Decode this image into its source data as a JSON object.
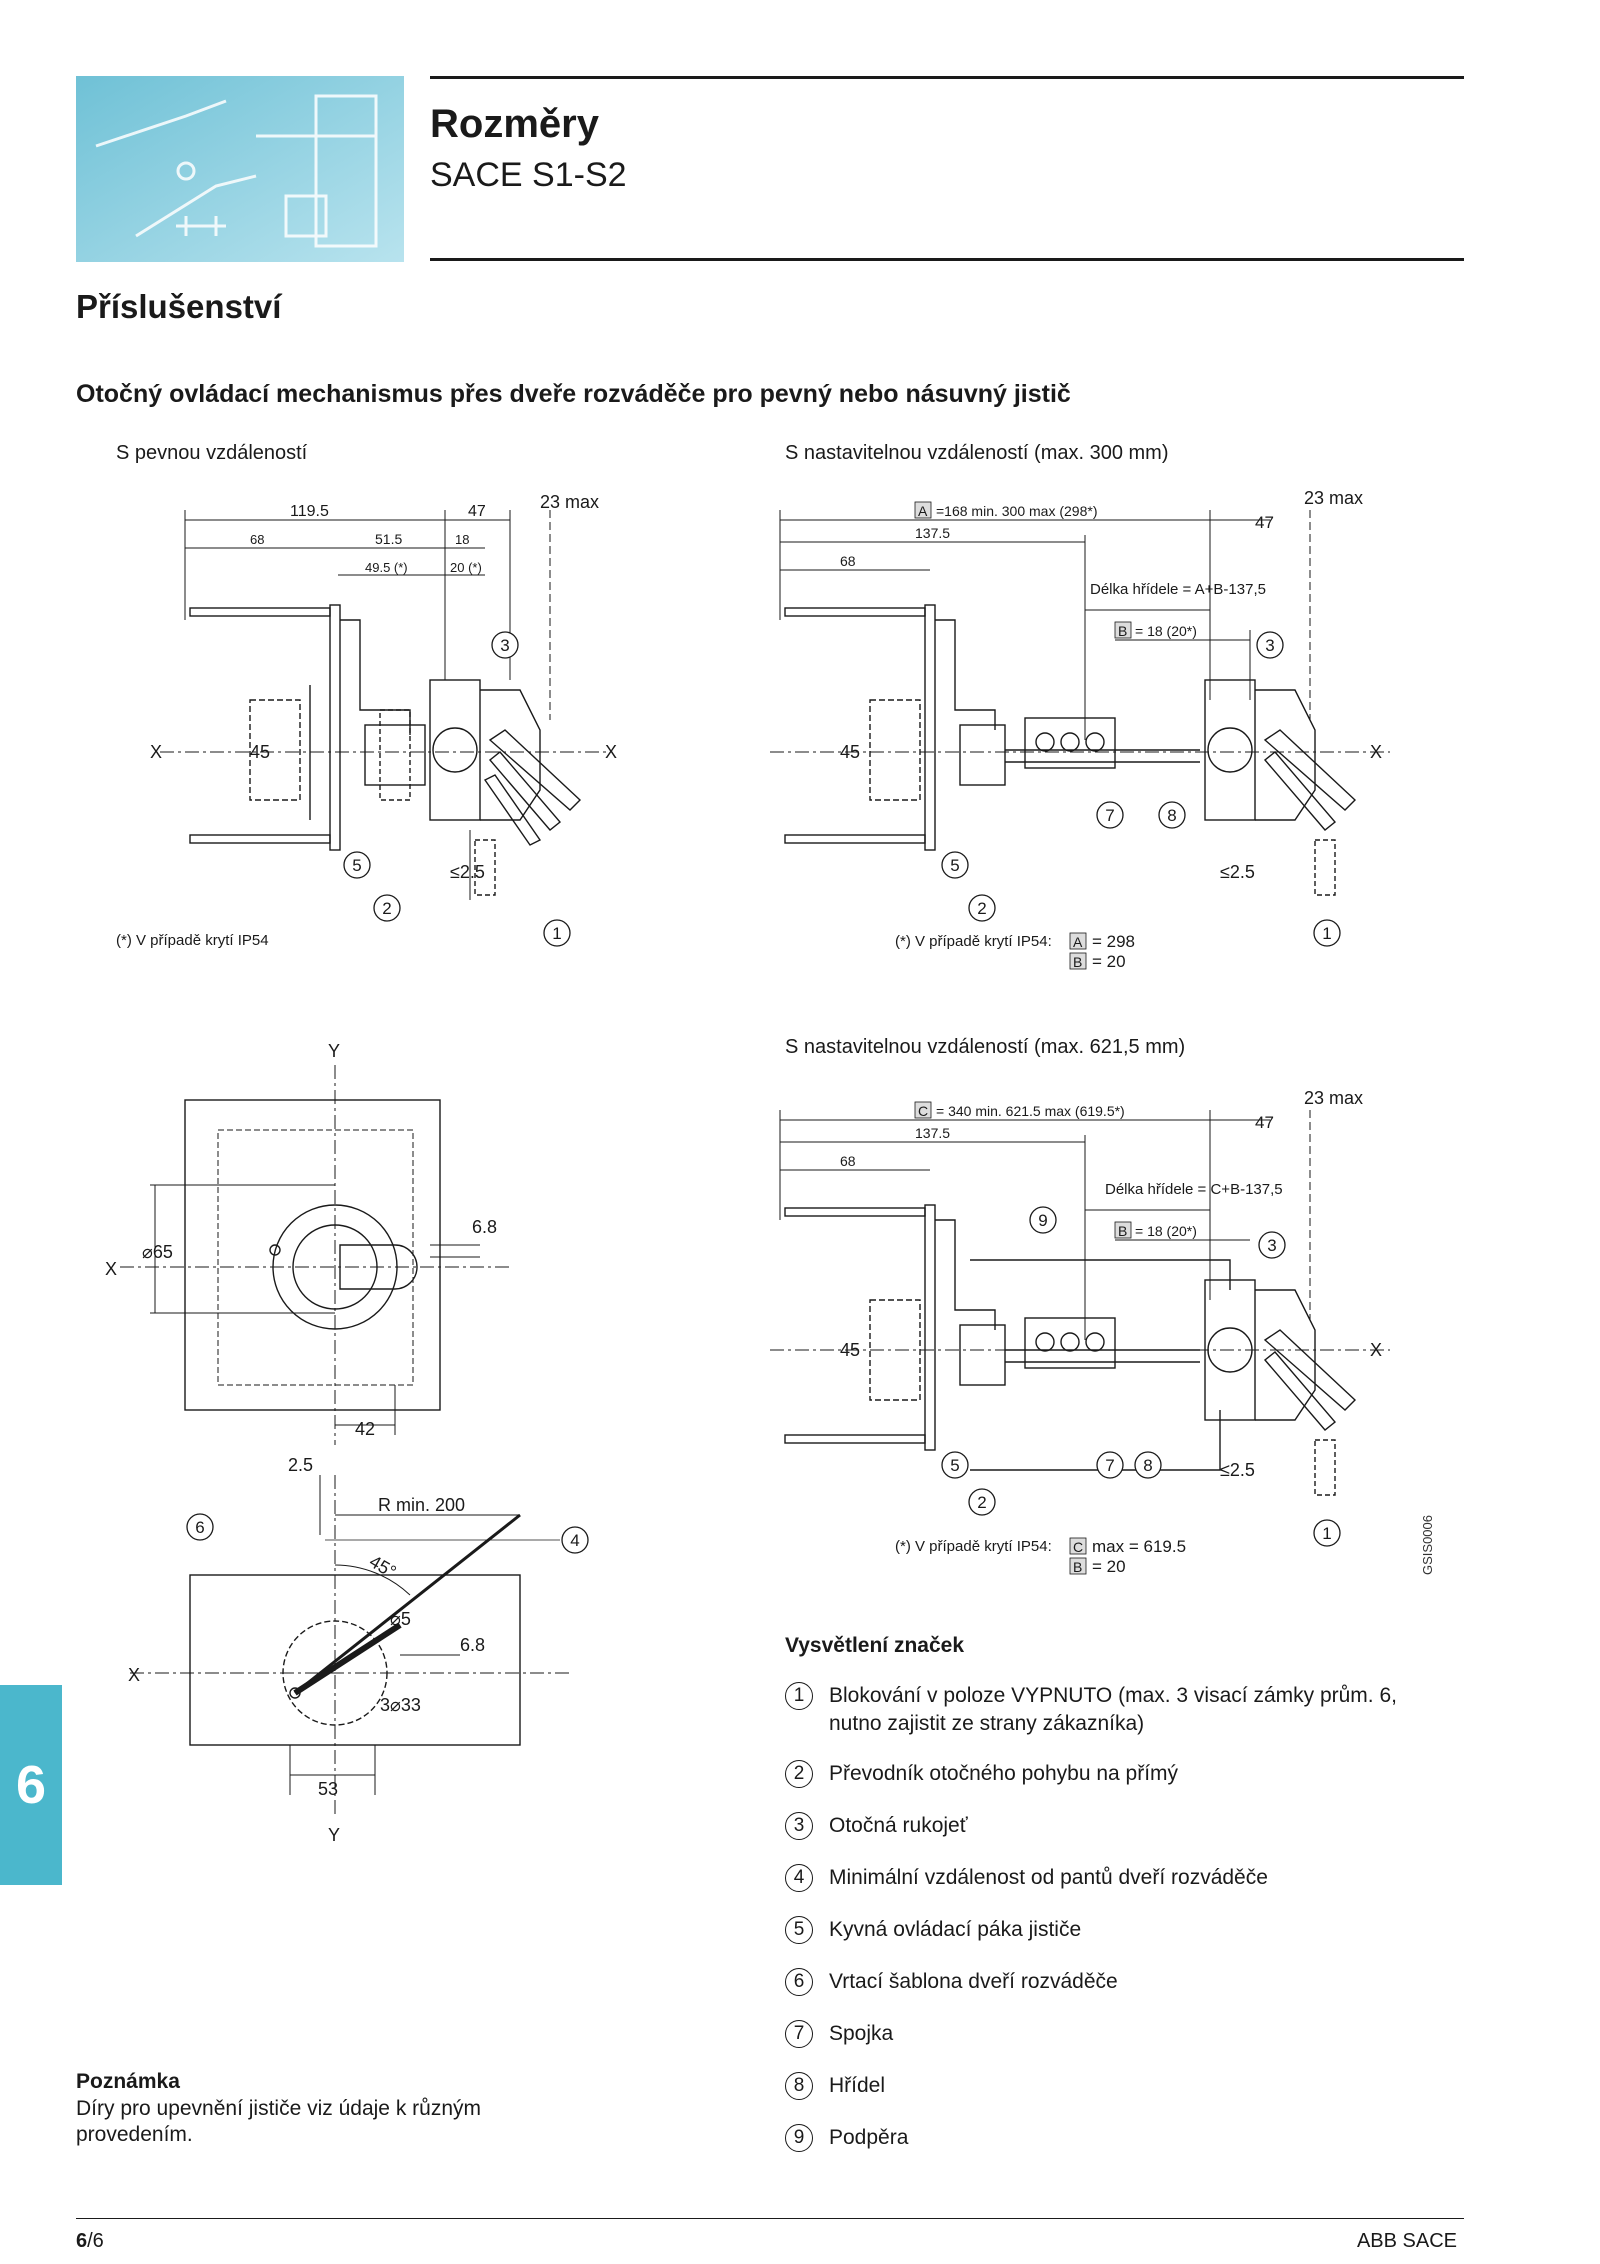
{
  "header": {
    "title": "Rozměry",
    "subtitle": "SACE S1-S2"
  },
  "section_title": "Příslušenství",
  "subsection_title": "Otočný ovládací mechanismus přes dveře rozváděče pro pevný nebo násuvný jistič",
  "diagrams": {
    "fixed": {
      "caption": "S pevnou vzdáleností",
      "dims": {
        "d119": "119.5",
        "d47": "47",
        "d23": "23 max",
        "d68": "68",
        "d515": "51.5",
        "d18": "18",
        "d495": "49.5 (*)",
        "d20": "20 (*)",
        "d45": "45",
        "d25": "≤2.5",
        "x": "X"
      },
      "footnote": "(*) V případě krytí IP54"
    },
    "adj300": {
      "caption": "S nastavitelnou vzdáleností (max. 300 mm)",
      "dims": {
        "a_box": "A",
        "a_text": "=168 min. 300 max (298*)",
        "d1375": "137.5",
        "d68": "68",
        "shaft": "Délka hřídele = A+B-137,5",
        "b_box": "B",
        "b_text": "= 18 (20*)",
        "d47": "47",
        "d23": "23 max",
        "d45": "45",
        "d25": "≤2.5",
        "x": "X"
      },
      "footnote": "(*) V případě krytí IP54:",
      "fn_a_box": "A",
      "fn_a": "= 298",
      "fn_b_box": "B",
      "fn_b": "= 20"
    },
    "adj621": {
      "caption": "S nastavitelnou vzdáleností (max. 621,5 mm)",
      "dims": {
        "c_box": "C",
        "c_text": "= 340 min. 621.5 max (619.5*)",
        "d1375": "137.5",
        "d68": "68",
        "shaft": "Délka hřídele = C+B-137,5",
        "b_box": "B",
        "b_text": "= 18 (20*)",
        "d47": "47",
        "d23": "23 max",
        "d45": "45",
        "d25": "≤2.5",
        "x": "X"
      },
      "footnote": "(*) V případě krytí IP54:",
      "fn_c_box": "C",
      "fn_c": "max = 619.5",
      "fn_b_box": "B",
      "fn_b": "= 20",
      "ref": "GSIS0006"
    },
    "front": {
      "labels": {
        "y": "Y",
        "x": "X",
        "d65": "⌀65",
        "d68": "6.8",
        "d42": "42"
      }
    },
    "template": {
      "labels": {
        "d25": "2.5",
        "rmin": "R min. 200",
        "deg": "45°",
        "d5": "⌀5",
        "d68": "6.8",
        "d33": "3⌀33",
        "d53": "53",
        "x": "X",
        "y": "Y"
      }
    },
    "callouts": [
      "1",
      "2",
      "3",
      "4",
      "5",
      "6",
      "7",
      "8",
      "9"
    ]
  },
  "legend": {
    "title": "Vysvětlení značek",
    "items": [
      {
        "num": "1",
        "text": "Blokování v poloze VYPNUTO (max. 3 visací zámky prům. 6, nutno zajistit ze strany zákazníka)"
      },
      {
        "num": "2",
        "text": "Převodník otočného pohybu na přímý"
      },
      {
        "num": "3",
        "text": "Otočná rukojeť"
      },
      {
        "num": "4",
        "text": "Minimální vzdálenost od pantů dveří rozváděče"
      },
      {
        "num": "5",
        "text": "Kyvná ovládací páka jističe"
      },
      {
        "num": "6",
        "text": "Vrtací šablona dveří rozváděče"
      },
      {
        "num": "7",
        "text": "Spojka"
      },
      {
        "num": "8",
        "text": "Hřídel"
      },
      {
        "num": "9",
        "text": "Podpěra"
      }
    ]
  },
  "note": {
    "title": "Poznámka",
    "text": "Díry pro upevnění jističe viz údaje k různým provedením."
  },
  "side_tab": "6",
  "footer": {
    "page_bold": "6",
    "page_rest": "/6",
    "brand": "ABB SACE"
  },
  "colors": {
    "accent": "#4bb7cc",
    "header_image": "#8ccfdf"
  }
}
